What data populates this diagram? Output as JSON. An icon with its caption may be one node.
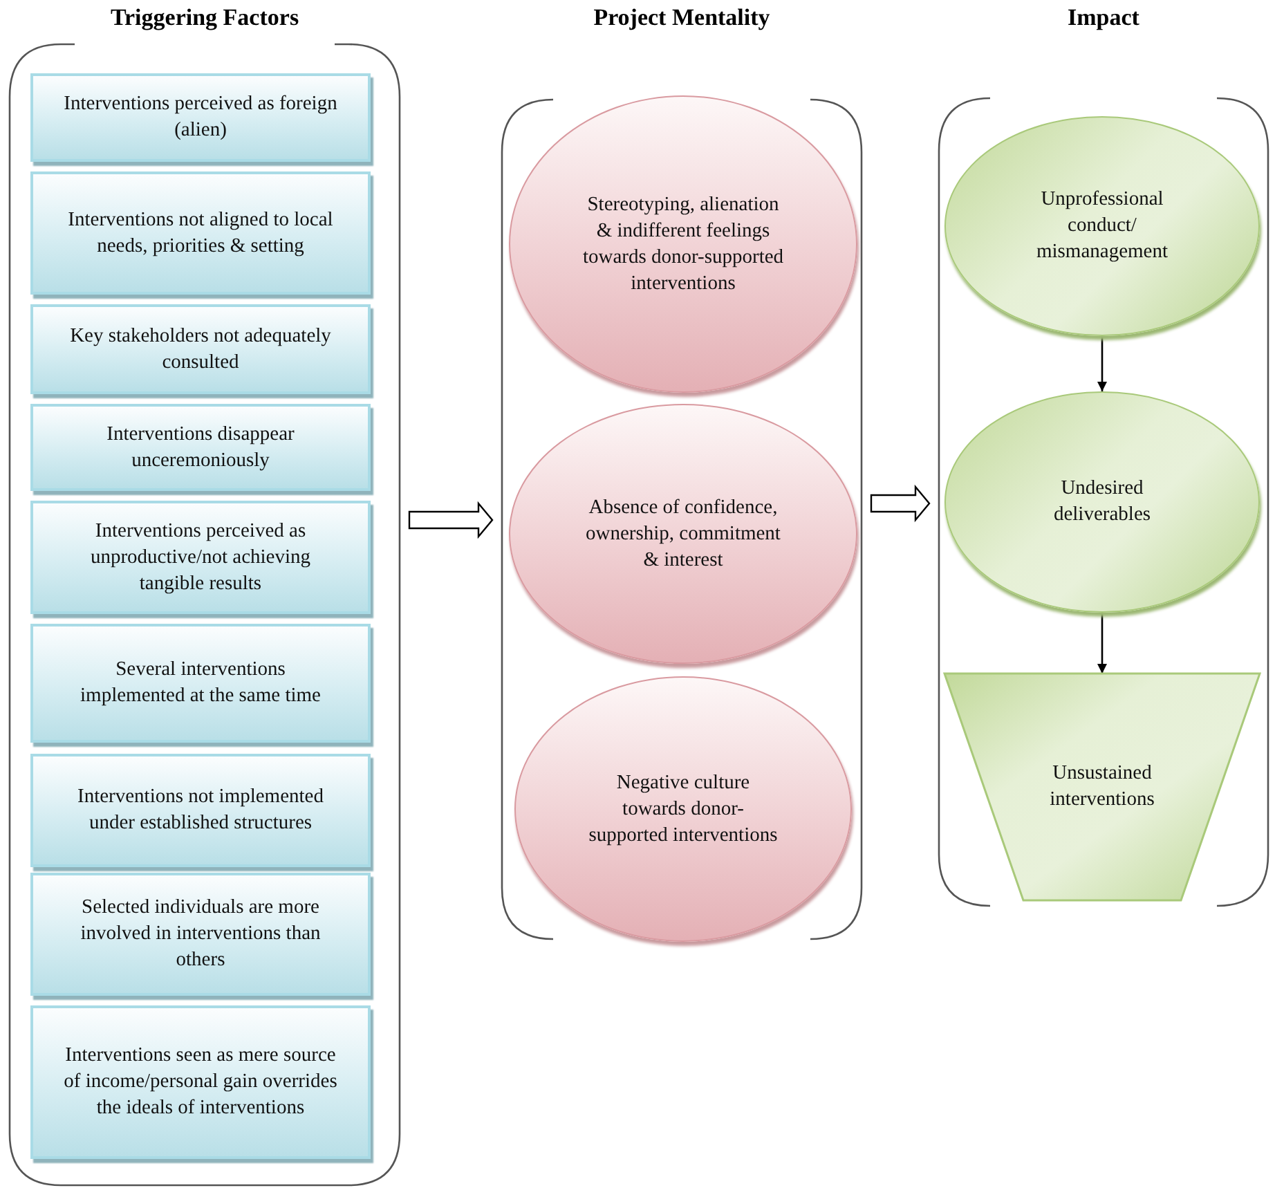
{
  "diagram": {
    "nodes": [
      {
        "text": [
          "Triggering Factors"
        ]
      },
      {
        "text": [
          "Interventions perceived as foreign (alien)"
        ],
        "in": 0
      },
      {
        "text": [
          "Interventions not aligned to local needs, priorities & setting"
        ],
        "in": 0
      },
      {
        "text": [
          "Key stakeholders not adequately consulted"
        ],
        "in": 0
      },
      {
        "text": [
          "Interventions disappear unceremoniously"
        ],
        "in": 0
      },
      {
        "text": [
          "Interventions perceived as unproductive/not achieving tangible results"
        ],
        "in": 0
      },
      {
        "text": [
          "Several interventions implemented at the same time"
        ],
        "in": 0
      },
      {
        "text": [
          "Interventions not implemented under established structures"
        ],
        "in": 0
      },
      {
        "text": [
          "Selected individuals are more involved in interventions than others"
        ],
        "in": 0
      },
      {
        "text": [
          "Interventions seen as mere source of income/personal gain overrides the ideals of interventions"
        ],
        "in": 0
      },
      {
        "text": [
          "Project Mentality"
        ]
      },
      {
        "text": [
          "Stereotyping, alienation & indifferent feelings towards donor-supported interventions"
        ],
        "in": 10
      },
      {
        "text": [
          "Absence of confidence, ownership, commitment & interest"
        ],
        "in": 10
      },
      {
        "text": [
          "Negative culture towards donor-supported interventions"
        ],
        "in": 10
      },
      {
        "text": [
          "Impact"
        ]
      },
      {
        "text": [
          "Unprofessional conduct/ mismanagement"
        ],
        "in": 14
      },
      {
        "text": [
          "Undesired deliverables"
        ],
        "in": 14
      },
      {
        "text": [
          "Unsustained interventions"
        ],
        "in": 14
      }
    ],
    "edges": [
      {
        "from": 0,
        "to": 10,
        "arrow": "to",
        "style": "thick"
      },
      {
        "from": 10,
        "to": 14,
        "arrow": "to",
        "style": "thick"
      },
      {
        "from": 15,
        "to": 16,
        "arrow": "to"
      },
      {
        "from": 16,
        "to": 17,
        "arrow": "to"
      }
    ]
  }
}
